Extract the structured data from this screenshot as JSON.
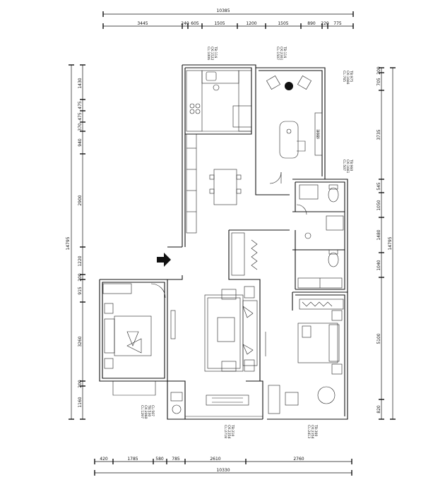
{
  "dimensions": {
    "top_total": "10385",
    "top_segments": [
      "3445",
      "240",
      "605",
      "1505",
      "1200",
      "1505",
      "890",
      "220",
      "775"
    ],
    "bottom_segments": [
      "420",
      "1785",
      "580",
      "785",
      "2610",
      "2760"
    ],
    "bottom_total": "10330",
    "left_segments": [
      "1430",
      "475",
      "475",
      "370",
      "940",
      "2900",
      "1220",
      "200",
      "915",
      "3260",
      "200",
      "1160"
    ],
    "left_total": "14795",
    "right_segments": [
      "200",
      "705",
      "3735",
      "545",
      "1050",
      "1480",
      "1040",
      "5100",
      "820"
    ],
    "right_total": "14795"
  },
  "window_notes": [
    {
      "id": "kitchen",
      "lines": [
        "CL:1006",
        "CK:1522",
        "TB:116"
      ]
    },
    {
      "id": "study-top",
      "lines": [
        "CL:1507",
        "CK:2361",
        "TB:116"
      ]
    },
    {
      "id": "study-right",
      "lines": [
        "CL:765",
        "CK:1666",
        "TB:975"
      ]
    },
    {
      "id": "study-right-2",
      "lines": [
        "CL:507",
        "CK:1661",
        "TB:960"
      ]
    },
    {
      "id": "bedroom-left",
      "lines": [
        "CL:1297",
        "CK:2060",
        "TB:530",
        "CL:507"
      ]
    },
    {
      "id": "living-bottom",
      "lines": [
        "CL:2718",
        "CK:2354",
        "TB:210"
      ]
    },
    {
      "id": "bedroom-bottom",
      "lines": [
        "CL:2413",
        "CK:2354",
        "TB:360"
      ]
    }
  ],
  "cabinet_label": "储物柜"
}
